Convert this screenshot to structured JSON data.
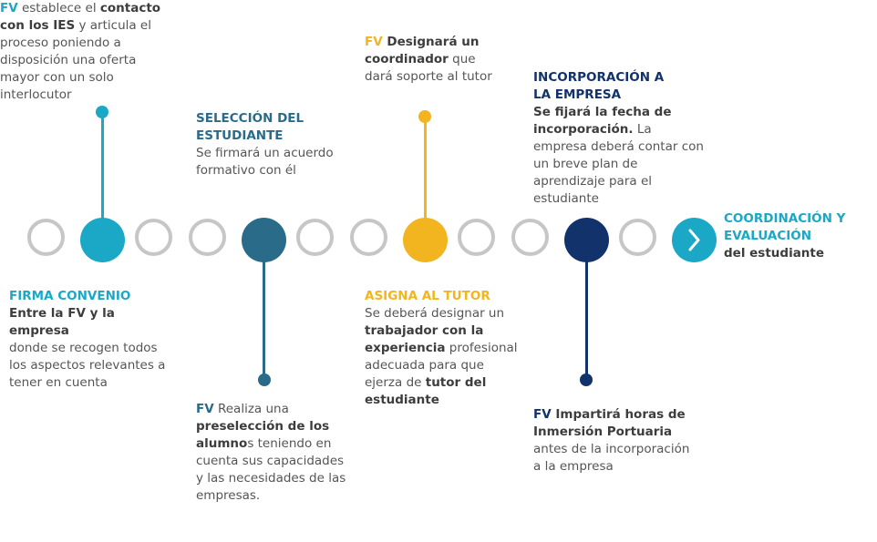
{
  "colors": {
    "cyan": "#1aa8c6",
    "steel": "#2b6b8a",
    "gold": "#f2b51f",
    "navy": "#12326b",
    "ring": "#c6c6c6"
  },
  "steps": {
    "ies": {
      "fv": "FV",
      "t1": " establece el ",
      "b1": "contacto con los IES",
      "t2": " y articula el proceso poniendo a disposición una oferta mayor con un solo interlocutor"
    },
    "firma": {
      "title": "FIRMA CONVENIO",
      "bold": "Entre la FV y la empresa",
      "text": "donde se recogen todos los aspectos relevantes a tener en cuenta"
    },
    "seleccion": {
      "title": "SELECCIÓN DEL ESTUDIANTE",
      "text": "Se firmará un acuerdo formativo con él"
    },
    "preseleccion": {
      "fv": "FV",
      "t1": " Realiza una ",
      "b1": "preselección de los alumno",
      "t2": "s teniendo en cuenta sus capacidades y las necesidades de las empresas."
    },
    "coordinador": {
      "fv": "FV",
      "b1": " Designará un coordinador",
      "t1": " que dará soporte al tutor"
    },
    "asigna": {
      "title": "ASIGNA AL TUTOR",
      "t1": "Se deberá designar un ",
      "b1": "trabajador con la experiencia",
      "t2": " profesional adecuada para que ejerza de ",
      "b2": "tutor del estudiante"
    },
    "incorporacion": {
      "title": "INCORPORACIÓN A LA EMPRESA",
      "b1": "Se fijará la fecha de incorporación.",
      "t1": " La empresa deberá contar con un breve plan de aprendizaje para el estudiante"
    },
    "inmersion": {
      "fv": "FV",
      "b1": " Impartirá horas de Inmersión Portuaria",
      "t1": " antes de la incorporación a la empresa"
    },
    "coordinacion": {
      "title": "COORDINACIÓN Y EVALUACIÓN",
      "bold": "del estudiante"
    }
  },
  "icons": {
    "final_step": "chevron-right-icon"
  }
}
